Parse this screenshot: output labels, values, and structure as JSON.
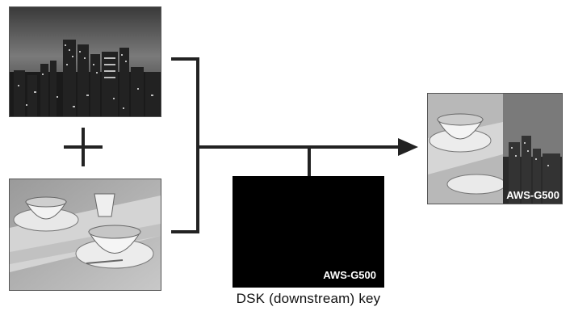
{
  "diagram": {
    "dsk_caption": "DSK (downstream) key",
    "key_text": "AWS-G500",
    "output_overlay_text": "AWS-G500"
  },
  "icons": {
    "plus": "plus-icon",
    "arrow": "arrow-right-icon"
  },
  "colors": {
    "line": "#222222",
    "key_background": "#000000",
    "key_text": "#ffffff"
  }
}
